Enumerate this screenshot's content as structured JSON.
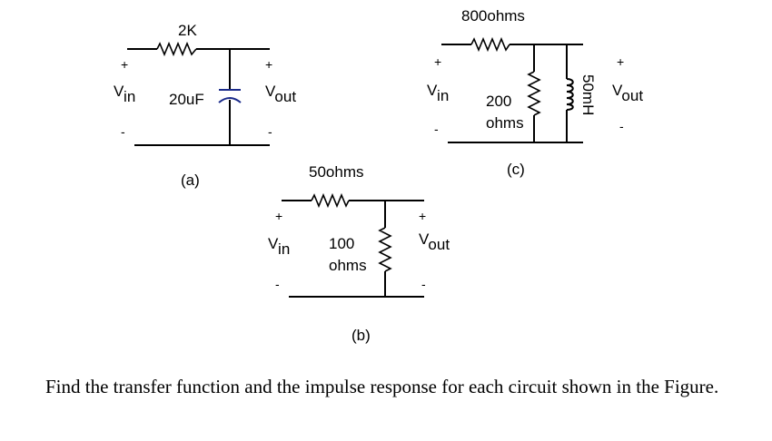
{
  "circuit_a": {
    "resistor": "2K",
    "capacitor": "20uF",
    "vin_v": "V",
    "vin_sub": "in",
    "vout_v": "V",
    "vout_sub": "out",
    "plus": "+",
    "minus": "-",
    "caption": "(a)"
  },
  "circuit_b": {
    "series_resistor": "50ohms",
    "shunt_resistor_value": "100",
    "shunt_resistor_unit": "ohms",
    "vin_v": "V",
    "vin_sub": "in",
    "vout_v": "V",
    "vout_sub": "out",
    "plus": "+",
    "minus": "-",
    "caption": "(b)"
  },
  "circuit_c": {
    "series_resistor": "800ohms",
    "shunt_resistor_value": "200",
    "shunt_resistor_unit": "ohms",
    "inductor": "50mH",
    "vin_v": "V",
    "vin_sub": "in",
    "vout_v": "V",
    "vout_sub": "out",
    "plus": "+",
    "minus": "-",
    "caption": "(c)"
  },
  "problem_text": "Find the transfer function and the impulse response for each circuit shown in the Figure."
}
